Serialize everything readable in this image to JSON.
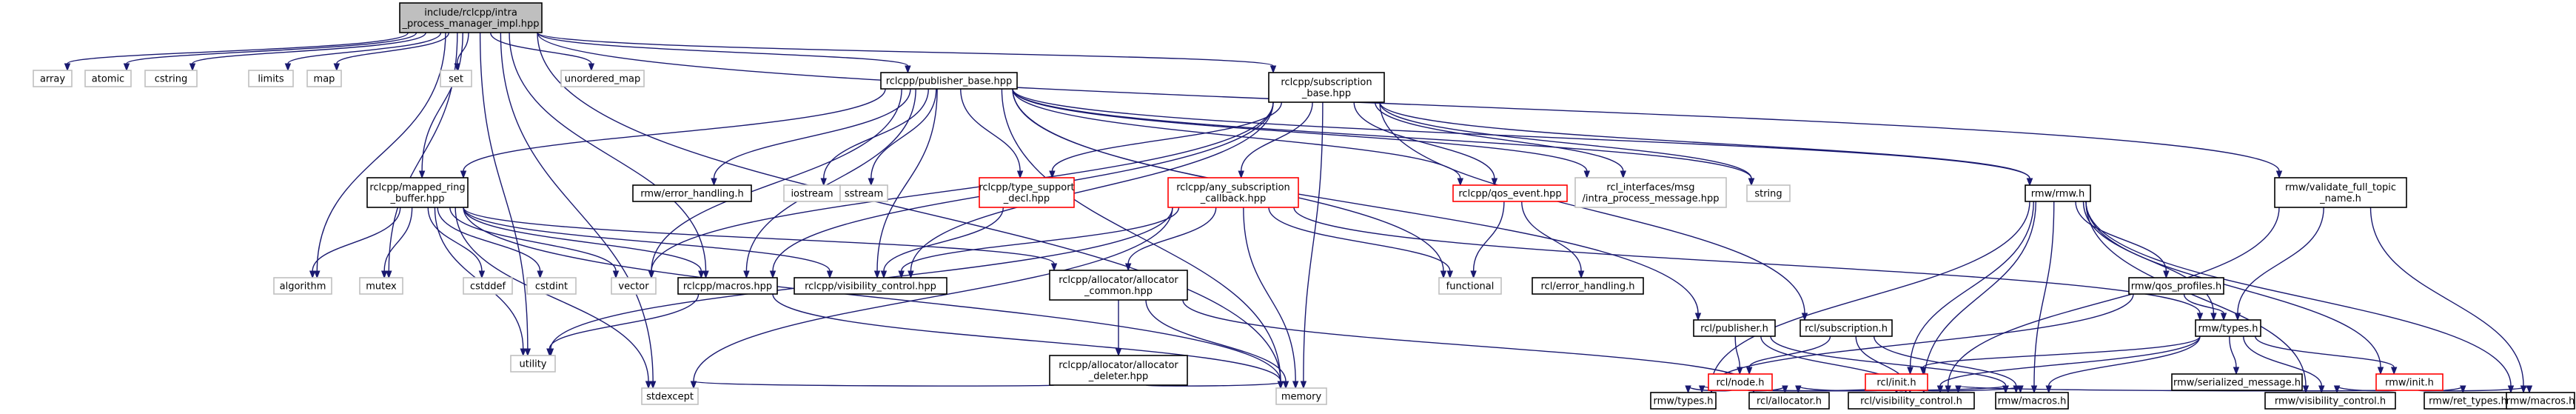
{
  "colors": {
    "edge": "#191970",
    "root_fill": "#bfbfbf",
    "node_fill": "#ffffff",
    "doc_border": "#000000",
    "std_border": "#bfbfbf",
    "trunc_border": "#ff0000"
  },
  "nodes": [
    {
      "id": "root",
      "lines": [
        "include/rclcpp/intra",
        "_process_manager_impl.hpp"
      ],
      "kind": "root"
    },
    {
      "id": "array",
      "lines": [
        "array"
      ],
      "kind": "std"
    },
    {
      "id": "atomic",
      "lines": [
        "atomic"
      ],
      "kind": "std"
    },
    {
      "id": "cstring",
      "lines": [
        "cstring"
      ],
      "kind": "std"
    },
    {
      "id": "limits",
      "lines": [
        "limits"
      ],
      "kind": "std"
    },
    {
      "id": "map",
      "lines": [
        "map"
      ],
      "kind": "std"
    },
    {
      "id": "set",
      "lines": [
        "set"
      ],
      "kind": "std"
    },
    {
      "id": "unordered_map",
      "lines": [
        "unordered_map"
      ],
      "kind": "std"
    },
    {
      "id": "publisher_base",
      "lines": [
        "rclcpp/publisher_base.hpp"
      ],
      "kind": "doc"
    },
    {
      "id": "subscription_base",
      "lines": [
        "rclcpp/subscription",
        "_base.hpp"
      ],
      "kind": "doc"
    },
    {
      "id": "mapped_ring",
      "lines": [
        "rclcpp/mapped_ring",
        "_buffer.hpp"
      ],
      "kind": "doc"
    },
    {
      "id": "rmw_error_handling",
      "lines": [
        "rmw/error_handling.h"
      ],
      "kind": "doc"
    },
    {
      "id": "iostream",
      "lines": [
        "iostream"
      ],
      "kind": "std"
    },
    {
      "id": "sstream",
      "lines": [
        "sstream"
      ],
      "kind": "std"
    },
    {
      "id": "type_support",
      "lines": [
        "rclcpp/type_support",
        "_decl.hpp"
      ],
      "kind": "trunc"
    },
    {
      "id": "any_sub",
      "lines": [
        "rclcpp/any_subscription",
        "_callback.hpp"
      ],
      "kind": "trunc"
    },
    {
      "id": "qos_event",
      "lines": [
        "rclcpp/qos_event.hpp"
      ],
      "kind": "trunc"
    },
    {
      "id": "intra_msg",
      "lines": [
        "rcl_interfaces/msg",
        "/intra_process_message.hpp"
      ],
      "kind": "std"
    },
    {
      "id": "string",
      "lines": [
        "string"
      ],
      "kind": "std"
    },
    {
      "id": "rmw_h",
      "lines": [
        "rmw/rmw.h"
      ],
      "kind": "doc"
    },
    {
      "id": "validate_topic",
      "lines": [
        "rmw/validate_full_topic",
        "_name.h"
      ],
      "kind": "doc"
    },
    {
      "id": "algorithm",
      "lines": [
        "algorithm"
      ],
      "kind": "std"
    },
    {
      "id": "mutex",
      "lines": [
        "mutex"
      ],
      "kind": "std"
    },
    {
      "id": "vector",
      "lines": [
        "vector"
      ],
      "kind": "std"
    },
    {
      "id": "macros_hpp",
      "lines": [
        "rclcpp/macros.hpp"
      ],
      "kind": "doc"
    },
    {
      "id": "visibility_hpp",
      "lines": [
        "rclcpp/visibility_control.hpp"
      ],
      "kind": "doc"
    },
    {
      "id": "cstddef",
      "lines": [
        "cstddef"
      ],
      "kind": "std"
    },
    {
      "id": "cstdint",
      "lines": [
        "cstdint"
      ],
      "kind": "std"
    },
    {
      "id": "allocator_common",
      "lines": [
        "rclcpp/allocator/allocator",
        "_common.hpp"
      ],
      "kind": "doc"
    },
    {
      "id": "functional",
      "lines": [
        "functional"
      ],
      "kind": "std"
    },
    {
      "id": "rcl_error_handling",
      "lines": [
        "rcl/error_handling.h"
      ],
      "kind": "doc"
    },
    {
      "id": "rmw_qos_profiles",
      "lines": [
        "rmw/qos_profiles.h"
      ],
      "kind": "doc"
    },
    {
      "id": "rcl_publisher",
      "lines": [
        "rcl/publisher.h"
      ],
      "kind": "doc"
    },
    {
      "id": "rcl_subscription",
      "lines": [
        "rcl/subscription.h"
      ],
      "kind": "doc"
    },
    {
      "id": "rmw_types_hpp",
      "lines": [
        "rmw/types.h"
      ],
      "kind": "doc"
    },
    {
      "id": "utility",
      "lines": [
        "utility"
      ],
      "kind": "std"
    },
    {
      "id": "allocator_deleter",
      "lines": [
        "rclcpp/allocator/allocator",
        "_deleter.hpp"
      ],
      "kind": "doc"
    },
    {
      "id": "memory",
      "lines": [
        "memory"
      ],
      "kind": "std"
    },
    {
      "id": "stdexcept",
      "lines": [
        "stdexcept"
      ],
      "kind": "std"
    },
    {
      "id": "rcl_node",
      "lines": [
        "rcl/node.h"
      ],
      "kind": "trunc"
    },
    {
      "id": "rcl_init",
      "lines": [
        "rcl/init.h"
      ],
      "kind": "trunc"
    },
    {
      "id": "serialized_message",
      "lines": [
        "rmw/serialized_message.h"
      ],
      "kind": "doc"
    },
    {
      "id": "rmw_init",
      "lines": [
        "rmw/init.h"
      ],
      "kind": "trunc"
    },
    {
      "id": "rmw_types_left",
      "lines": [
        "rmw/types.h"
      ],
      "kind": "doc"
    },
    {
      "id": "rcl_allocator",
      "lines": [
        "rcl/allocator.h"
      ],
      "kind": "doc"
    },
    {
      "id": "rcl_visibility",
      "lines": [
        "rcl/visibility_control.h"
      ],
      "kind": "doc"
    },
    {
      "id": "rmw_macros_mid",
      "lines": [
        "rmw/macros.h"
      ],
      "kind": "doc"
    },
    {
      "id": "rmw_visibility",
      "lines": [
        "rmw/visibility_control.h"
      ],
      "kind": "doc"
    },
    {
      "id": "rmw_ret_types",
      "lines": [
        "rmw/ret_types.h"
      ],
      "kind": "doc"
    },
    {
      "id": "rmw_macros_right",
      "lines": [
        "rmw/macros.h"
      ],
      "kind": "doc"
    }
  ],
  "edges": [
    [
      "root",
      "array"
    ],
    [
      "root",
      "atomic"
    ],
    [
      "root",
      "cstring"
    ],
    [
      "root",
      "limits"
    ],
    [
      "root",
      "map"
    ],
    [
      "root",
      "set"
    ],
    [
      "root",
      "unordered_map"
    ],
    [
      "root",
      "publisher_base"
    ],
    [
      "root",
      "subscription_base"
    ],
    [
      "root",
      "mapped_ring"
    ],
    [
      "root",
      "algorithm"
    ],
    [
      "root",
      "mutex"
    ],
    [
      "root",
      "utility"
    ],
    [
      "root",
      "stdexcept"
    ],
    [
      "root",
      "macros_hpp"
    ],
    [
      "root",
      "memory"
    ],
    [
      "root",
      "validate_topic"
    ],
    [
      "publisher_base",
      "mapped_ring"
    ],
    [
      "publisher_base",
      "rmw_error_handling"
    ],
    [
      "publisher_base",
      "iostream"
    ],
    [
      "publisher_base",
      "sstream"
    ],
    [
      "publisher_base",
      "type_support"
    ],
    [
      "publisher_base",
      "qos_event"
    ],
    [
      "publisher_base",
      "string"
    ],
    [
      "publisher_base",
      "vector"
    ],
    [
      "publisher_base",
      "macros_hpp"
    ],
    [
      "publisher_base",
      "visibility_hpp"
    ],
    [
      "publisher_base",
      "rcl_publisher"
    ],
    [
      "publisher_base",
      "memory"
    ],
    [
      "publisher_base",
      "functional"
    ],
    [
      "publisher_base",
      "intra_msg"
    ],
    [
      "publisher_base",
      "rmw_h"
    ],
    [
      "subscription_base",
      "any_sub"
    ],
    [
      "subscription_base",
      "qos_event"
    ],
    [
      "subscription_base",
      "type_support"
    ],
    [
      "subscription_base",
      "intra_msg"
    ],
    [
      "subscription_base",
      "string"
    ],
    [
      "subscription_base",
      "rmw_h"
    ],
    [
      "subscription_base",
      "rcl_subscription"
    ],
    [
      "subscription_base",
      "memory"
    ],
    [
      "subscription_base",
      "macros_hpp"
    ],
    [
      "subscription_base",
      "visibility_hpp"
    ],
    [
      "subscription_base",
      "vector"
    ],
    [
      "mapped_ring",
      "algorithm"
    ],
    [
      "mapped_ring",
      "mutex"
    ],
    [
      "mapped_ring",
      "vector"
    ],
    [
      "mapped_ring",
      "cstddef"
    ],
    [
      "mapped_ring",
      "cstdint"
    ],
    [
      "mapped_ring",
      "macros_hpp"
    ],
    [
      "mapped_ring",
      "visibility_hpp"
    ],
    [
      "mapped_ring",
      "allocator_common"
    ],
    [
      "mapped_ring",
      "utility"
    ],
    [
      "mapped_ring",
      "memory"
    ],
    [
      "mapped_ring",
      "stdexcept"
    ],
    [
      "type_support",
      "visibility_hpp"
    ],
    [
      "any_sub",
      "functional"
    ],
    [
      "any_sub",
      "memory"
    ],
    [
      "any_sub",
      "stdexcept"
    ],
    [
      "any_sub",
      "utility"
    ],
    [
      "any_sub",
      "allocator_common"
    ],
    [
      "any_sub",
      "visibility_hpp"
    ],
    [
      "any_sub",
      "rmw_types_hpp"
    ],
    [
      "qos_event",
      "functional"
    ],
    [
      "qos_event",
      "rcl_error_handling"
    ],
    [
      "rmw_h",
      "rmw_qos_profiles"
    ],
    [
      "rmw_h",
      "rmw_types_hpp"
    ],
    [
      "rmw_h",
      "rmw_types_left"
    ],
    [
      "rmw_h",
      "rmw_macros_mid"
    ],
    [
      "rmw_h",
      "rmw_visibility"
    ],
    [
      "rmw_h",
      "rcl_visibility"
    ],
    [
      "rmw_h",
      "rmw_init"
    ],
    [
      "rmw_h",
      "rcl_init"
    ],
    [
      "rmw_h",
      "rmw_macros_right"
    ],
    [
      "validate_topic",
      "rmw_types_hpp"
    ],
    [
      "validate_topic",
      "rmw_macros_right"
    ],
    [
      "validate_topic",
      "rcl_visibility"
    ],
    [
      "macros_hpp",
      "utility"
    ],
    [
      "macros_hpp",
      "memory"
    ],
    [
      "allocator_common",
      "memory"
    ],
    [
      "allocator_common",
      "allocator_deleter"
    ],
    [
      "allocator_common",
      "rcl_allocator"
    ],
    [
      "allocator_deleter",
      "memory"
    ],
    [
      "allocator_deleter",
      "stdexcept"
    ],
    [
      "rmw_qos_profiles",
      "rmw_types_hpp"
    ],
    [
      "rmw_qos_profiles",
      "rmw_types_left"
    ],
    [
      "rcl_publisher",
      "rcl_node"
    ],
    [
      "rcl_publisher",
      "rcl_visibility"
    ],
    [
      "rcl_publisher",
      "rmw_macros_mid"
    ],
    [
      "rcl_subscription",
      "rcl_node"
    ],
    [
      "rcl_subscription",
      "rcl_visibility"
    ],
    [
      "rcl_subscription",
      "rmw_macros_mid"
    ],
    [
      "rmw_types_hpp",
      "rcl_init"
    ],
    [
      "rmw_types_hpp",
      "serialized_message"
    ],
    [
      "rmw_types_hpp",
      "rmw_init"
    ],
    [
      "rmw_types_hpp",
      "rmw_visibility"
    ],
    [
      "rmw_types_hpp",
      "rcl_visibility"
    ],
    [
      "rmw_types_hpp",
      "rmw_macros_mid"
    ],
    [
      "rcl_node",
      "rmw_types_left"
    ],
    [
      "rcl_node",
      "rcl_allocator"
    ],
    [
      "rcl_node",
      "rcl_visibility"
    ],
    [
      "rcl_node",
      "rmw_macros_mid"
    ],
    [
      "rcl_init",
      "rmw_types_left"
    ],
    [
      "rcl_init",
      "rcl_allocator"
    ],
    [
      "rcl_init",
      "rcl_visibility"
    ],
    [
      "rcl_init",
      "rmw_macros_mid"
    ],
    [
      "rmw_init",
      "rmw_ret_types"
    ],
    [
      "rmw_init",
      "rmw_macros_right"
    ],
    [
      "rmw_init",
      "rmw_visibility"
    ],
    [
      "rmw_init",
      "rcl_visibility"
    ]
  ]
}
